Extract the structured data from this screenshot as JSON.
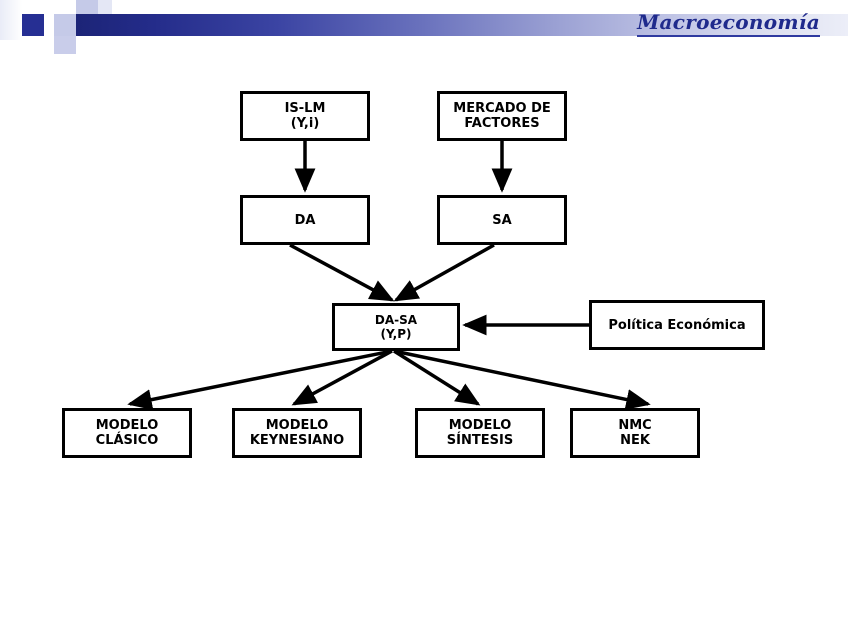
{
  "header": {
    "title": "Macroeconomía",
    "accent_dark": "#262f93",
    "accent_light": "#c5cae8",
    "title_color": "#1f2a8c",
    "squares": [
      "square-dark",
      "square-light-a",
      "square-light-b",
      "square-light-c",
      "square-light-d",
      "square-light-e"
    ]
  },
  "diagram": {
    "type": "flowchart",
    "nodes": [
      {
        "id": "islm",
        "label": "IS-LM\n(Y,i)",
        "row": "top"
      },
      {
        "id": "mercado",
        "label": "MERCADO DE\nFACTORES",
        "row": "top"
      },
      {
        "id": "da",
        "label": "DA",
        "row": "second"
      },
      {
        "id": "sa",
        "label": "SA",
        "row": "second"
      },
      {
        "id": "dasa",
        "label": "DA-SA\n(Y,P)",
        "row": "center"
      },
      {
        "id": "politica",
        "label": "Política Económica",
        "row": "center"
      },
      {
        "id": "clasico",
        "label": "MODELO\nCLÁSICO",
        "row": "bottom"
      },
      {
        "id": "keynes",
        "label": "MODELO\nKEYNESIANO",
        "row": "bottom"
      },
      {
        "id": "sintesis",
        "label": "MODELO\nSÍNTESIS",
        "row": "bottom"
      },
      {
        "id": "nmc",
        "label": "NMC\nNEK",
        "row": "bottom"
      }
    ],
    "edges": [
      {
        "from": "islm",
        "to": "da",
        "style": "straight-down"
      },
      {
        "from": "mercado",
        "to": "sa",
        "style": "straight-down"
      },
      {
        "from": "da",
        "to": "dasa",
        "style": "diagonal"
      },
      {
        "from": "sa",
        "to": "dasa",
        "style": "diagonal"
      },
      {
        "from": "politica",
        "to": "dasa",
        "style": "straight-left"
      },
      {
        "from": "dasa",
        "to": "clasico",
        "style": "fan-out"
      },
      {
        "from": "dasa",
        "to": "keynes",
        "style": "fan-out"
      },
      {
        "from": "dasa",
        "to": "sintesis",
        "style": "fan-out"
      },
      {
        "from": "dasa",
        "to": "nmc",
        "style": "fan-out"
      }
    ],
    "line_color": "#000000",
    "box_fill": "#ffffff"
  }
}
